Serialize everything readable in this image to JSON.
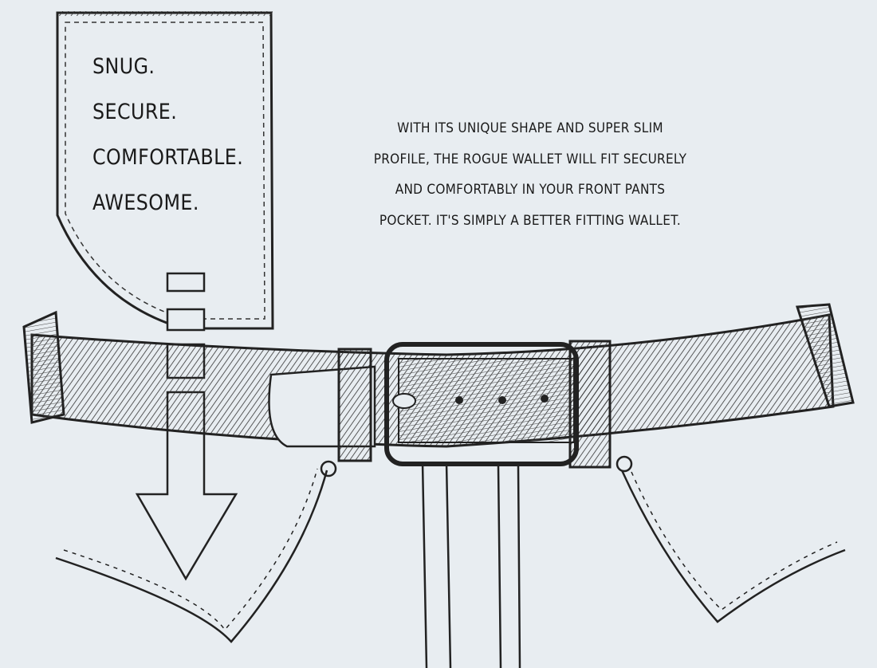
{
  "taglines": [
    "SNUG.",
    "SECURE.",
    "COMFORTABLE.",
    "AWESOME."
  ],
  "description": [
    "WITH ITS UNIQUE SHAPE AND SUPER SLIM",
    "PROFILE, THE ROGUE WALLET WILL FIT SECURELY",
    "AND COMFORTABLY IN YOUR FRONT PANTS",
    "POCKET. IT'S SIMPLY A BETTER FITTING WALLET."
  ],
  "colors": {
    "background": "#e8edf1",
    "ink": "#1a1a1a"
  }
}
